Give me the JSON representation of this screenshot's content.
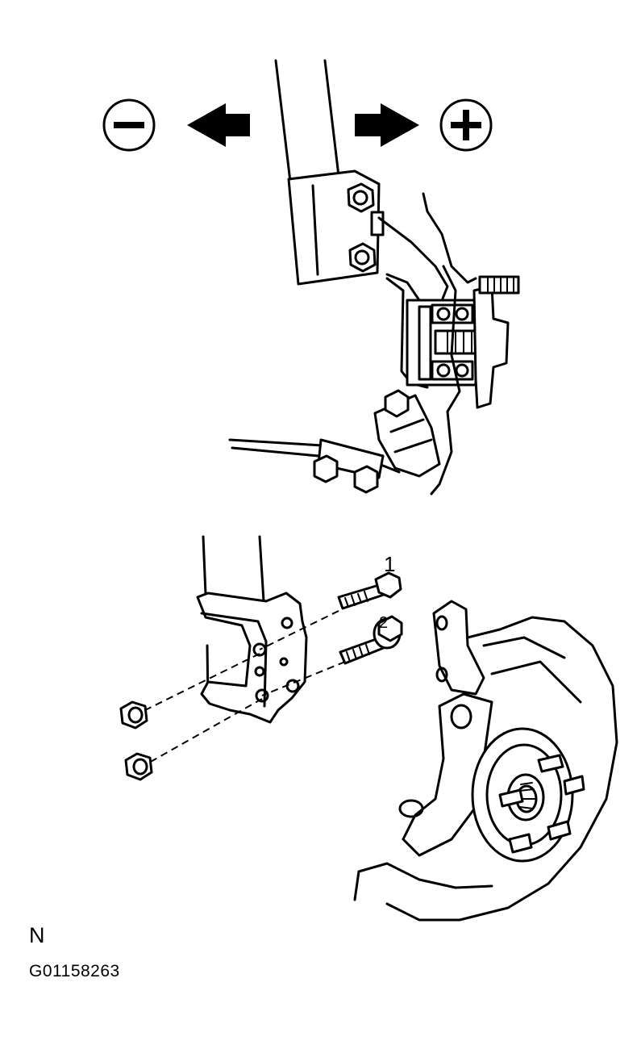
{
  "diagram": {
    "view_label": "N",
    "figure_id": "G01158263",
    "bolt_callout_1": "1",
    "bolt_callout_2": "2"
  },
  "icons": {
    "minus_symbol": "circled-minus-icon",
    "plus_symbol": "circled-plus-icon",
    "left_arrow": "arrow-left-icon",
    "right_arrow": "arrow-right-icon"
  },
  "colors": {
    "ink": "#000000",
    "paper": "#ffffff"
  }
}
